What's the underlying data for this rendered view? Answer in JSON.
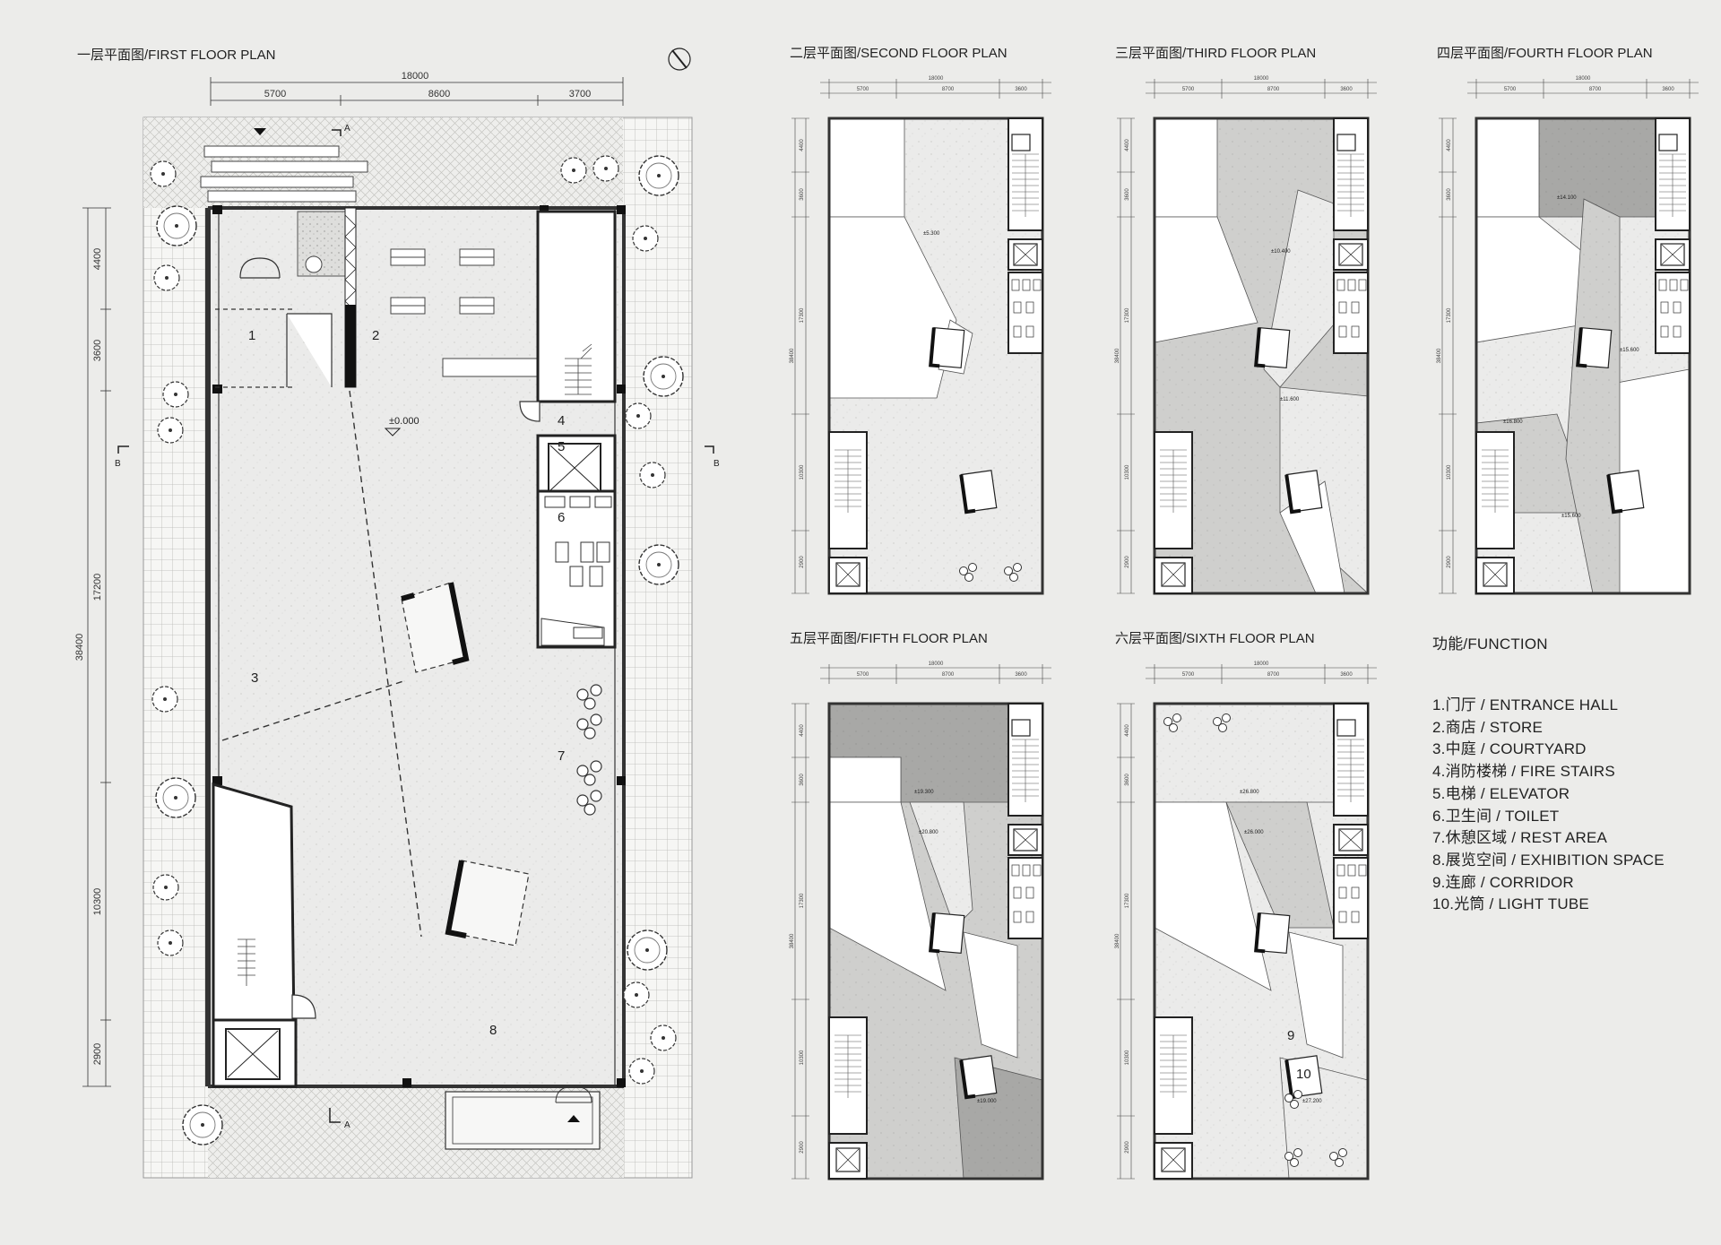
{
  "first_floor": {
    "title": "一层平面图/FIRST FLOOR PLAN",
    "dim_total": "18000",
    "dim_cols": [
      "5700",
      "8600",
      "3700"
    ],
    "dim_rows": [
      "4400",
      "3600",
      "17200",
      "10300",
      "2900"
    ],
    "dim_row_total": "38400",
    "level": "±0.000",
    "section_a": "A",
    "section_b": "B",
    "room_numbers": [
      "1",
      "2",
      "3",
      "4",
      "5",
      "6",
      "7",
      "8"
    ]
  },
  "upper_floors": [
    {
      "key": "second",
      "title": "二层平面图/SECOND FLOOR PLAN",
      "levels": [
        "5.300"
      ]
    },
    {
      "key": "third",
      "title": "三层平面图/THIRD FLOOR PLAN",
      "levels": [
        "10.400",
        "11.600"
      ]
    },
    {
      "key": "fourth",
      "title": "四层平面图/FOURTH  FLOOR PLAN",
      "levels": [
        "14.100",
        "15.600",
        "16.800",
        "15.600"
      ]
    },
    {
      "key": "fifth",
      "title": "五层平面图/FIFTH FLOOR PLAN",
      "levels": [
        "19.300",
        "20.800",
        "19.000"
      ]
    },
    {
      "key": "sixth",
      "title": "六层平面图/SIXTH  FLOOR PLAN",
      "levels": [
        "26.800",
        "26.000",
        "27.200"
      ],
      "labels": [
        "9",
        "10"
      ]
    }
  ],
  "small_dims": {
    "total": "18000",
    "cols": [
      "5700",
      "8700",
      "3600"
    ],
    "rows": [
      "4400",
      "3600",
      "17300",
      "10300",
      "2900"
    ],
    "row_total": "38400"
  },
  "function": {
    "title": "功能/FUNCTION",
    "items": [
      "1.门厅 / ENTRANCE HALL",
      "2.商店 / STORE",
      "3.中庭 / COURTYARD",
      "4.消防楼梯 / FIRE STAIRS",
      "5.电梯 / ELEVATOR",
      "6.卫生间 / TOILET",
      "7.休憩区域 / REST AREA",
      "8.展览空间 / EXHIBITION SPACE",
      "9.连廊 / CORRIDOR",
      "10.光筒 / LIGHT TUBE"
    ]
  }
}
